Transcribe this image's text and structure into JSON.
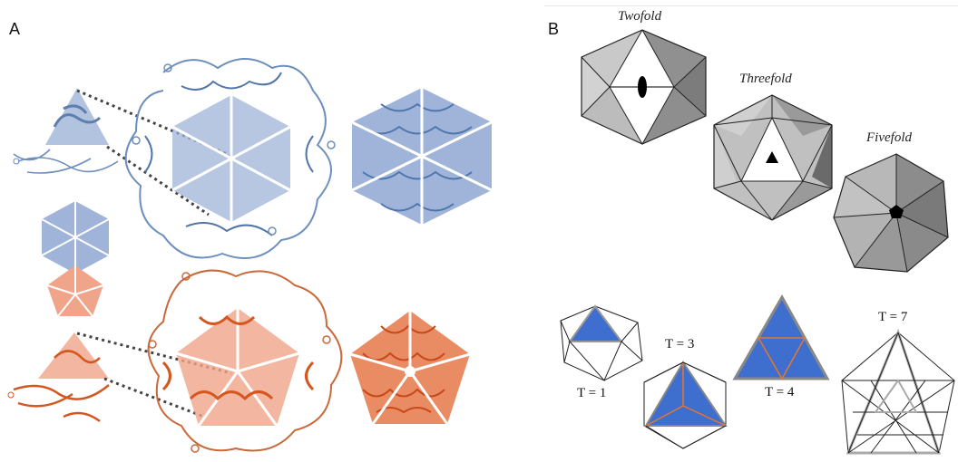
{
  "panels": {
    "a": {
      "letter": "A"
    },
    "b": {
      "letter": "B"
    }
  },
  "symmetry_views": [
    {
      "label": "Twofold",
      "symbol": "ellipse"
    },
    {
      "label": "Threefold",
      "symbol": "triangle"
    },
    {
      "label": "Fivefold",
      "symbol": "pentagon"
    }
  ],
  "triangulation": [
    {
      "label": "T = 1"
    },
    {
      "label": "T = 3"
    },
    {
      "label": "T = 4"
    },
    {
      "label": "T = 7"
    }
  ],
  "colors": {
    "hexamer_blue": "#9fb4d8",
    "hexamer_line": "#6f8fb9",
    "pentamer_orange": "#f0a58a",
    "pentamer_line": "#d4571f",
    "facet_blue": "#3f6fce",
    "facet_gray_light": "#c8c8c8",
    "facet_gray_mid": "#a8a8a8",
    "facet_gray_dark": "#6e6e6e"
  }
}
